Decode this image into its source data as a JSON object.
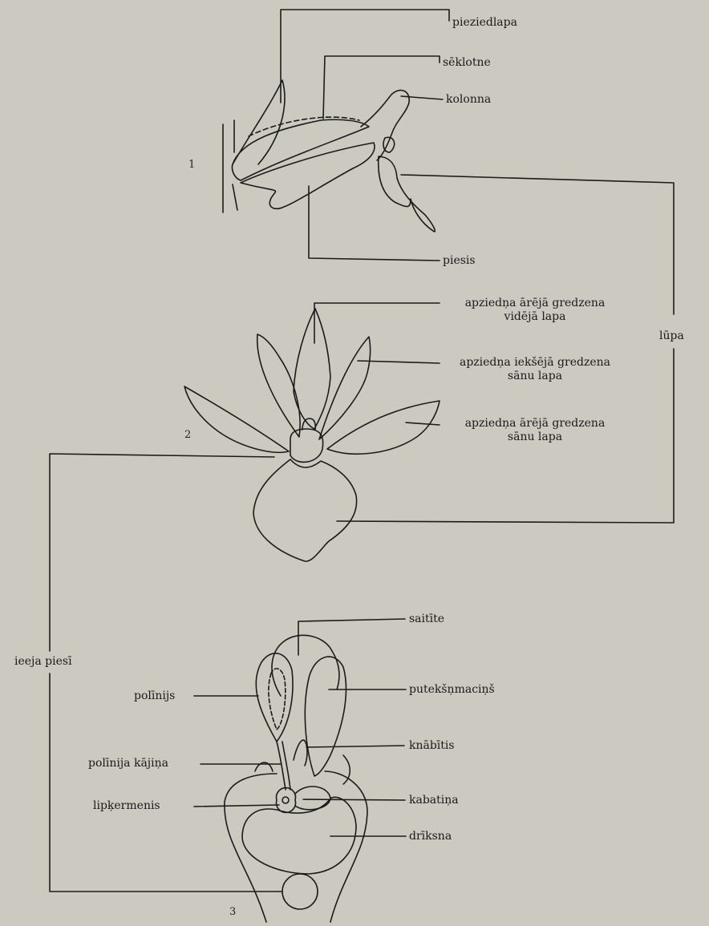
{
  "figure": {
    "numbers": [
      "1",
      "2",
      "3"
    ]
  },
  "labels": {
    "pieziedlapa": "pieziedlapa",
    "seklotne": "sēklotne",
    "kolonna": "kolonna",
    "piesis": "piesis",
    "arejas_vid_1": "apziedņa ārējā gredzena",
    "arejas_vid_2": "vidējā lapa",
    "iekseja_sanu_1": "apziedņa iekšējā gredzena",
    "iekseja_sanu_2": "sānu lapa",
    "arejas_sanu_1": "apziedņa ārējā gredzena",
    "arejas_sanu_2": "sānu lapa",
    "lupa": "lūpa",
    "ieeja_piesi": "ieeja piesī",
    "saitite": "saitīte",
    "polinijs": "polīnijs",
    "puteksnmacins": "putekšņmaciņš",
    "polinija_kajina": "polīnija kājiņa",
    "knabitis": "knābītis",
    "lipkermenis": "lipķermenis",
    "kabatina": "kabatiņa",
    "driksna": "drīksna"
  }
}
